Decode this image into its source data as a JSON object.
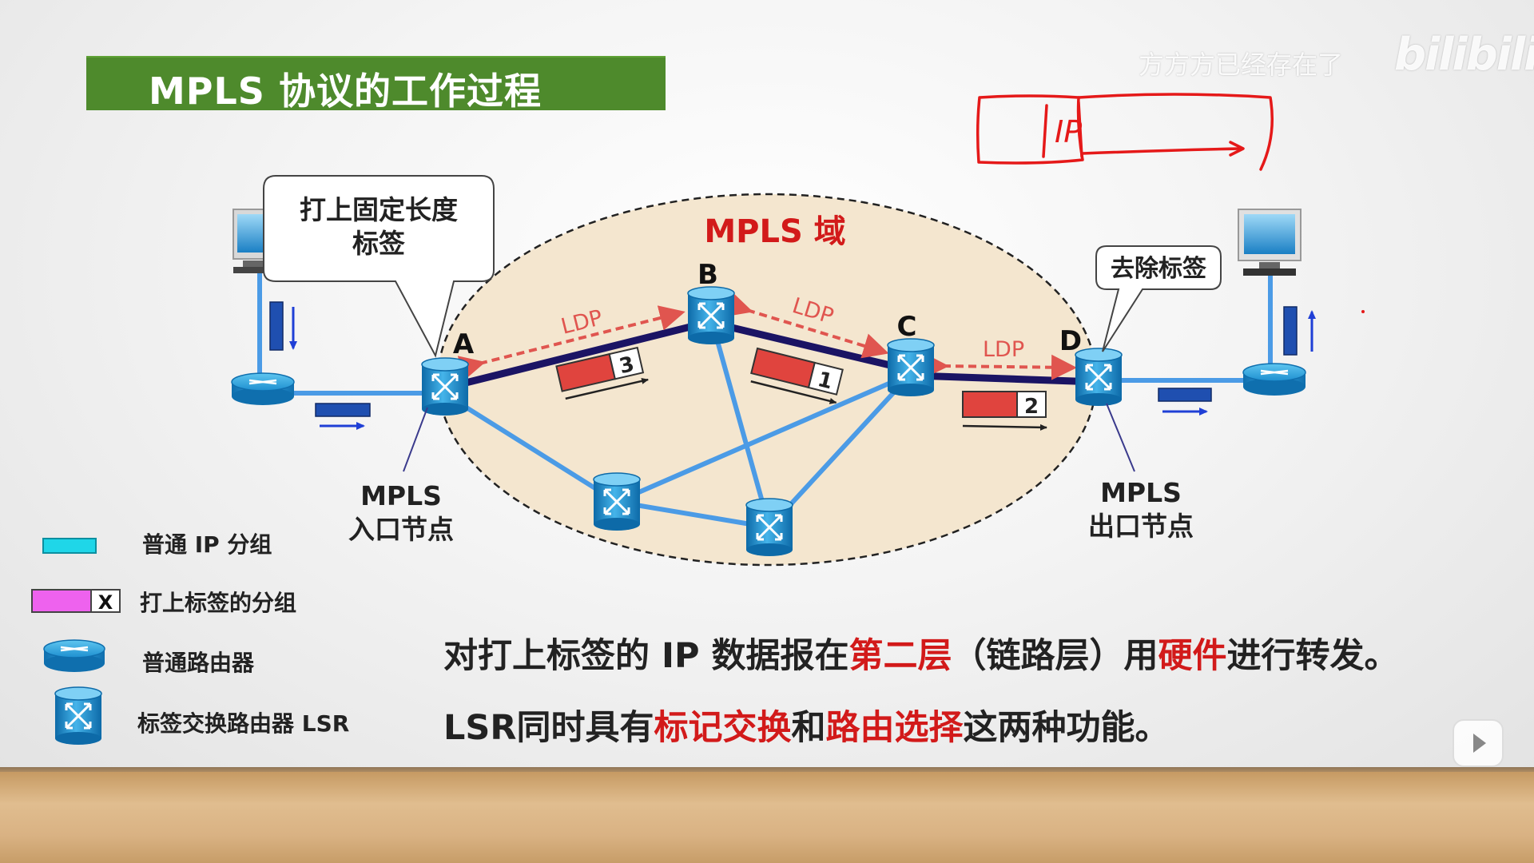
{
  "title": "MPLS 协议的工作过程",
  "watermark": {
    "uploader": "方方方已经存在了",
    "site_logo": "bilibili"
  },
  "diagram": {
    "domain_label": "MPLS 域",
    "router_labels": {
      "a": "A",
      "b": "B",
      "c": "C",
      "d": "D"
    },
    "ldp_label": "LDP",
    "packet_numbers": [
      "1",
      "2",
      "3"
    ],
    "ingress_callout": "打上固定长度标签",
    "egress_callout": "去除标签",
    "ingress_node": [
      "MPLS",
      "入口节点"
    ],
    "egress_node": [
      "MPLS",
      "出口节点"
    ],
    "annotation_text": "IP"
  },
  "legend": {
    "plain_packet": "普通 IP 分组",
    "labeled_packet": "打上标签的分组",
    "labeled_marker": "X",
    "plain_router": "普通路由器",
    "lsr": "标签交换路由器 LSR"
  },
  "statements": [
    {
      "parts": [
        {
          "text": "对打上标签的 IP 数据报在",
          "red": false
        },
        {
          "text": "第二层",
          "red": true
        },
        {
          "text": "（链路层）用",
          "red": false
        },
        {
          "text": "硬件",
          "red": true
        },
        {
          "text": "进行转发。",
          "red": false
        }
      ]
    },
    {
      "parts": [
        {
          "text": "LSR同时具有",
          "red": false
        },
        {
          "text": "标记交换",
          "red": true
        },
        {
          "text": "和",
          "red": false
        },
        {
          "text": "路由选择",
          "red": true
        },
        {
          "text": "这两种功能。",
          "red": false
        }
      ]
    }
  ],
  "colors": {
    "title_bg": "#4e8a2c",
    "link_blue": "#4b9be6",
    "lsp_navy": "#1b1464",
    "ldp_red": "#e0554f",
    "emphasis_red": "#d21a1a",
    "domain_fill": "#f4e6cf",
    "packet_red": "#e0443e",
    "plain_packet": "#1fd6e8",
    "labeled_packet": "#ee62ee",
    "annotation_red": "#e51919"
  }
}
